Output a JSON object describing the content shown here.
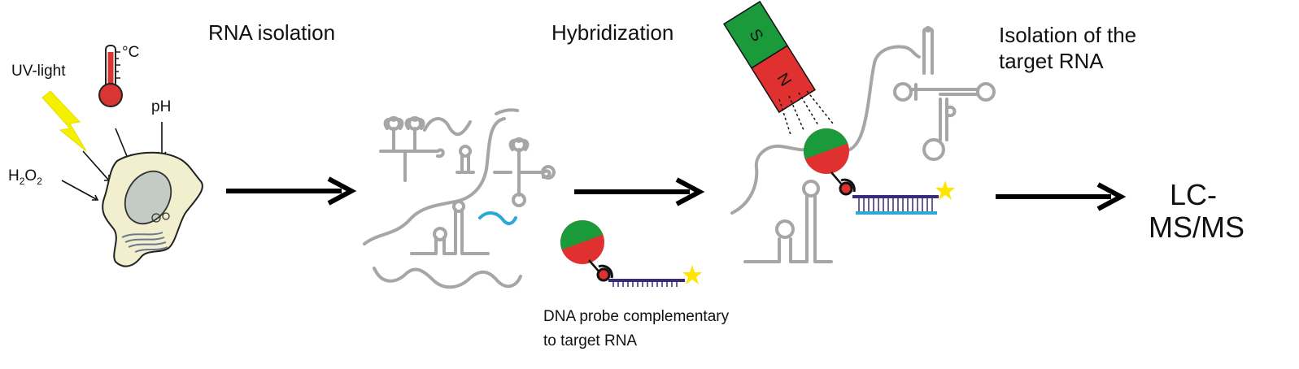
{
  "labels": {
    "uv_light": "UV-light",
    "temperature": "°C",
    "ph": "pH",
    "h2o2_main": "H",
    "h2o2_sub1": "2",
    "h2o2_mid": "O",
    "h2o2_sub2": "2",
    "step_rna_isolation": "RNA isolation",
    "step_hybridization": "Hybridization",
    "step_isolation_line1": "Isolation of the",
    "step_isolation_line2": "target RNA",
    "probe_line1": "DNA probe complementary",
    "probe_line2": "to target RNA",
    "lc_line1": "LC-",
    "lc_line2": "MS/MS",
    "magnet_s": "S",
    "magnet_n": "N"
  },
  "colors": {
    "rna": "#a6a6a6",
    "bead_green": "#1a9a3a",
    "bead_red": "#e03030",
    "uv_yellow": "#f4f000",
    "thermo_red": "#d93535",
    "dna_probe": "#3b2a7a",
    "target_strand": "#2aa8d8",
    "star": "#ffe600",
    "cell_fill": "#f2efcf",
    "nucleus_fill": "#c4cac4"
  }
}
